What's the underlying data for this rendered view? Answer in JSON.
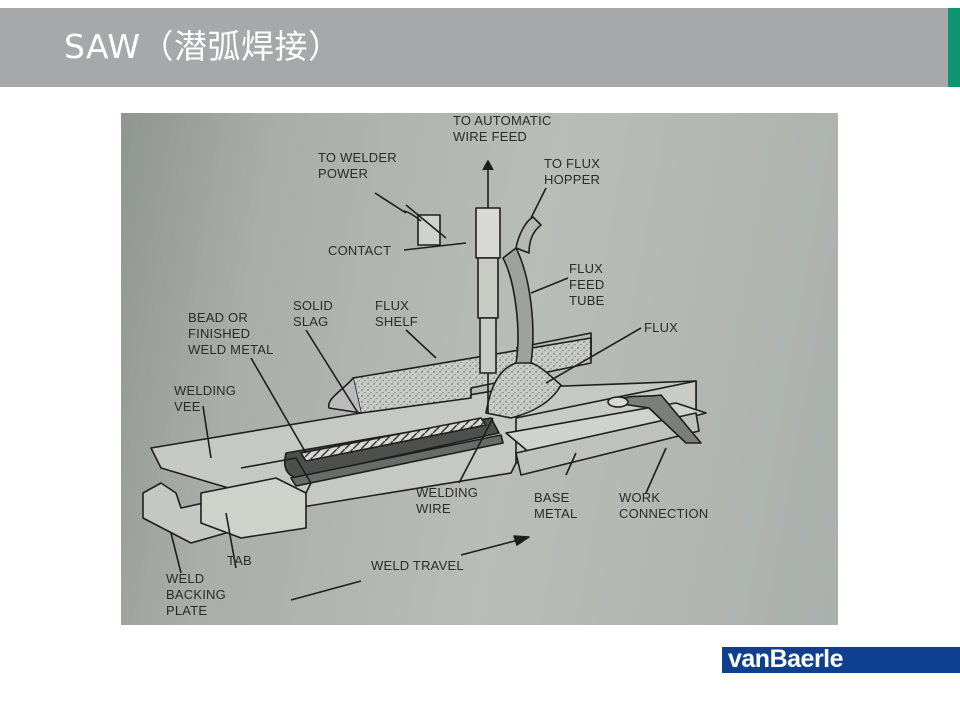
{
  "slide": {
    "title": "SAW（潜弧焊接）"
  },
  "diagram": {
    "labels": {
      "to_automatic_wire_feed": "TO AUTOMATIC\nWIRE FEED",
      "to_welder_power": "TO WELDER\nPOWER",
      "to_flux_hopper": "TO FLUX\nHOPPER",
      "contact": "CONTACT",
      "flux_feed_tube": "FLUX\nFEED\nTUBE",
      "flux": "FLUX",
      "solid_slag": "SOLID\nSLAG",
      "flux_shelf": "FLUX\nSHELF",
      "bead_or_finished_weld_metal": "BEAD OR\nFINISHED\nWELD METAL",
      "welding_vee": "WELDING\nVEE",
      "welding_wire": "WELDING\nWIRE",
      "base_metal": "BASE\nMETAL",
      "work_connection": "WORK\nCONNECTION",
      "tab": "TAB",
      "weld_backing_plate": "WELD\nBACKING\nPLATE",
      "weld_travel": "WELD TRAVEL"
    }
  },
  "branding": {
    "logo_text": "vanBaerle",
    "logo_color": "#0f3f8f",
    "accent_color": "#0f9470",
    "title_bar_color": "#a7a8aa"
  }
}
